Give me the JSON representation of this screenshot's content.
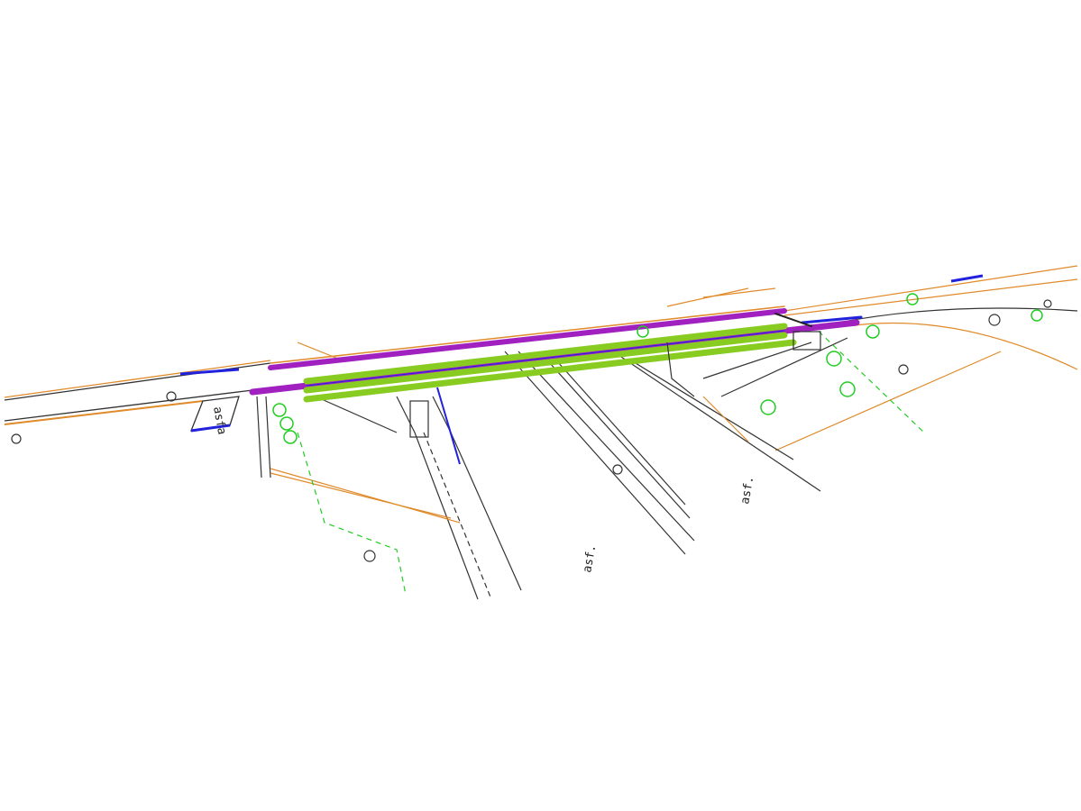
{
  "drawing": {
    "labels": {
      "asf_left": "asf.",
      "asf_right": "asf.",
      "asfa_sign": "asfa"
    },
    "colors": {
      "deck_green": "#88cc22",
      "deck_magenta": "#a020c0",
      "rail_blue": "#2222dd",
      "terrain_orange": "#e08a2a",
      "tree_green": "#22cc22",
      "outline": "#333333"
    }
  }
}
